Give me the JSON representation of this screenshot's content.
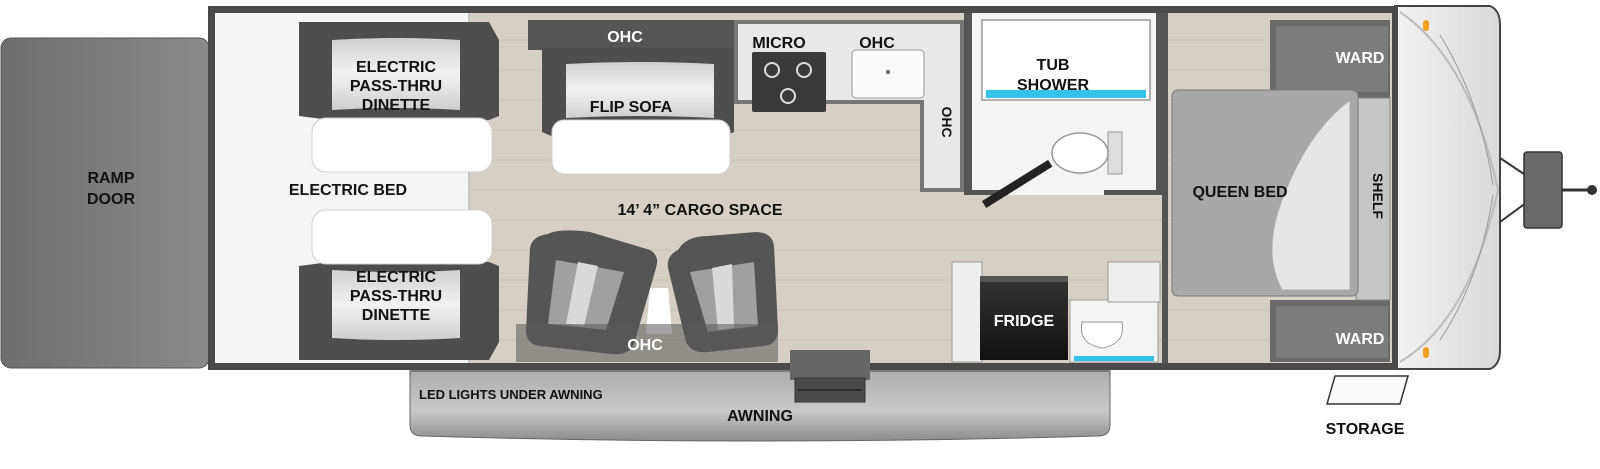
{
  "labels": {
    "ramp_door_1": "RAMP",
    "ramp_door_2": "DOOR",
    "electric_bed": "ELECTRIC BED",
    "dinette_line_1": "ELECTRIC",
    "dinette_line_2": "PASS-THRU",
    "dinette_line_3": "DINETTE",
    "ohc": "OHC",
    "micro": "MICRO",
    "flip_sofa": "FLIP SOFA",
    "cargo_space": "14’ 4” CARGO SPACE",
    "tub_shower_1": "TUB",
    "tub_shower_2": "SHOWER",
    "fridge": "FRIDGE",
    "ward": "WARD",
    "queen_bed": "QUEEN BED",
    "shelf": "SHELF",
    "storage": "STORAGE",
    "awning": "AWNING",
    "led_lights": "LED LIGHTS UNDER AWNING"
  },
  "colors": {
    "floor": "#d6cfc4",
    "wall": "#4a4a4a",
    "ramp": "#6b6b6b",
    "cabinet": "#5a5a5a",
    "awning": "#b5b5b5",
    "water": "#33c3e8"
  }
}
